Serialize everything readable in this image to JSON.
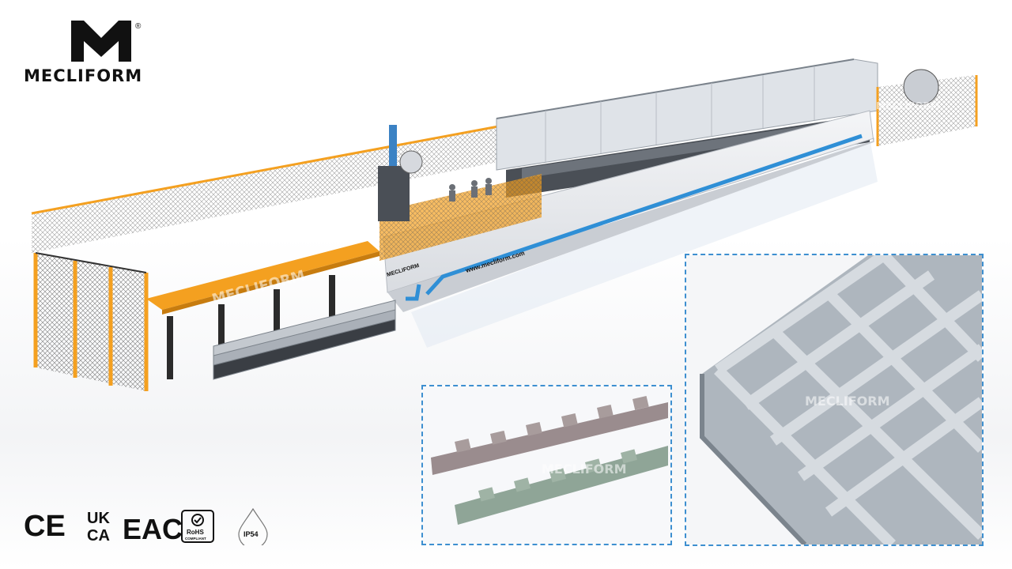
{
  "brand": {
    "name": "MECLIFORM",
    "registered_mark": "®",
    "hood_label": "MECLIFORM"
  },
  "machine": {
    "side_label": "www.mecliform.com",
    "panel_label": "MECLIFORM"
  },
  "certifications": {
    "ce": "CE",
    "ukca_top": "UK",
    "ukca_bottom": "CA",
    "eac": "EAC",
    "rohs": "RoHS",
    "rohs_sub": "COMPLIANT",
    "ip": "IP54"
  },
  "colors": {
    "accent_blue": "#2f8fd6",
    "guard_orange": "#f4a020",
    "frame_dark": "#2b2b2b",
    "machine_body": "#e9ebee",
    "inset_border": "#3d8fd0"
  }
}
